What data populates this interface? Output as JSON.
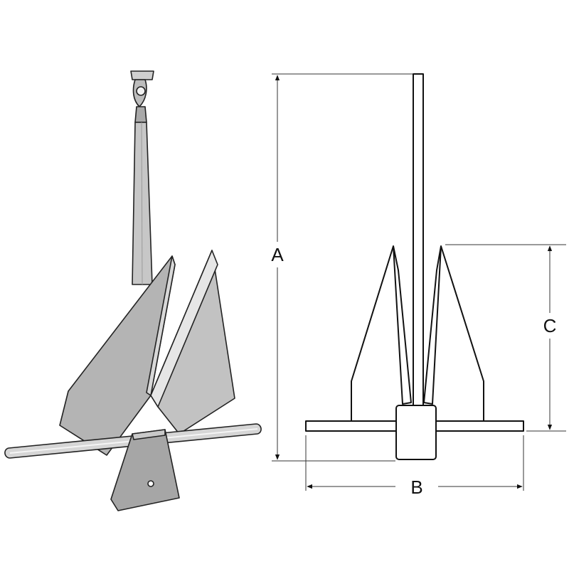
{
  "figure": {
    "dimension_labels": {
      "height_total": "A",
      "width_stock": "B",
      "height_flukes": "C"
    },
    "colors": {
      "line": "#111111",
      "metal_light": "#dcdcdc",
      "metal_mid": "#b9b9b9",
      "metal_dark": "#8e8e8e",
      "background": "#ffffff"
    }
  }
}
